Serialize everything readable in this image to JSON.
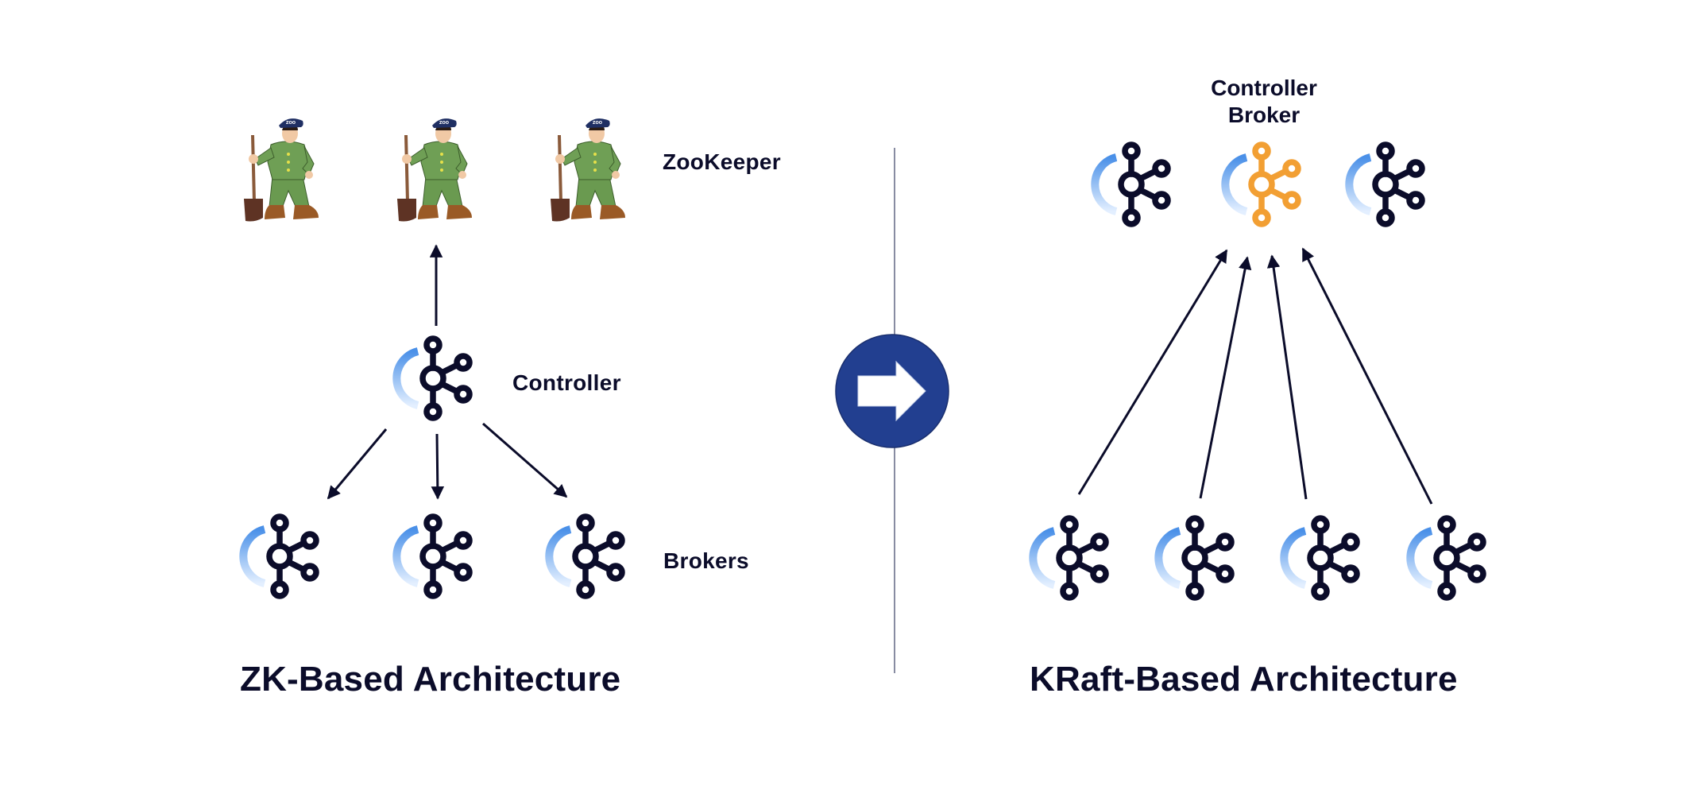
{
  "colors": {
    "ink": "#0b0c2a",
    "leader": "#f29f33",
    "arc_top": "#4a90e8",
    "arc_bottom": "#e3efff",
    "transition_circle": "#223f90",
    "divider": "#6b6f8a",
    "zk_uniform": "#6a9a50",
    "zk_hat": "#1f2f63",
    "zk_skin": "#f1c9a5",
    "zk_boot": "#9a5a26",
    "zk_shovel": "#6b3a2a"
  },
  "left": {
    "title": "ZK-Based Architecture",
    "zookeeper_label": "ZooKeeper",
    "controller_label": "Controller",
    "brokers_label": "Brokers",
    "zookeepers": [
      {
        "icon": "zookeeper-keeper-icon",
        "hat_text": "ZOO"
      },
      {
        "icon": "zookeeper-keeper-icon",
        "hat_text": "ZOO"
      },
      {
        "icon": "zookeeper-keeper-icon",
        "hat_text": "ZOO"
      }
    ],
    "controller": {
      "icon": "kafka-icon",
      "role": "controller"
    },
    "brokers": [
      {
        "icon": "kafka-icon",
        "role": "broker"
      },
      {
        "icon": "kafka-icon",
        "role": "broker"
      },
      {
        "icon": "kafka-icon",
        "role": "broker"
      }
    ],
    "arrows": [
      {
        "from": "controller",
        "to": "zookeeper"
      },
      {
        "from": "controller",
        "to": "broker-1"
      },
      {
        "from": "controller",
        "to": "broker-2"
      },
      {
        "from": "controller",
        "to": "broker-3"
      }
    ]
  },
  "transition": {
    "icon": "arrow-right-icon"
  },
  "right": {
    "title": "KRaft-Based Architecture",
    "controller_label_line1": "Controller",
    "controller_label_line2": "Broker",
    "controllers": [
      {
        "icon": "kafka-icon",
        "role": "controller",
        "active": false
      },
      {
        "icon": "kafka-icon",
        "role": "controller",
        "active": true
      },
      {
        "icon": "kafka-icon",
        "role": "controller",
        "active": false
      }
    ],
    "brokers": [
      {
        "icon": "kafka-icon",
        "role": "broker"
      },
      {
        "icon": "kafka-icon",
        "role": "broker"
      },
      {
        "icon": "kafka-icon",
        "role": "broker"
      },
      {
        "icon": "kafka-icon",
        "role": "broker"
      }
    ],
    "arrows": [
      {
        "from": "broker-1",
        "to": "controller-quorum"
      },
      {
        "from": "broker-2",
        "to": "controller-quorum"
      },
      {
        "from": "broker-3",
        "to": "controller-quorum"
      },
      {
        "from": "broker-4",
        "to": "controller-quorum"
      }
    ]
  }
}
